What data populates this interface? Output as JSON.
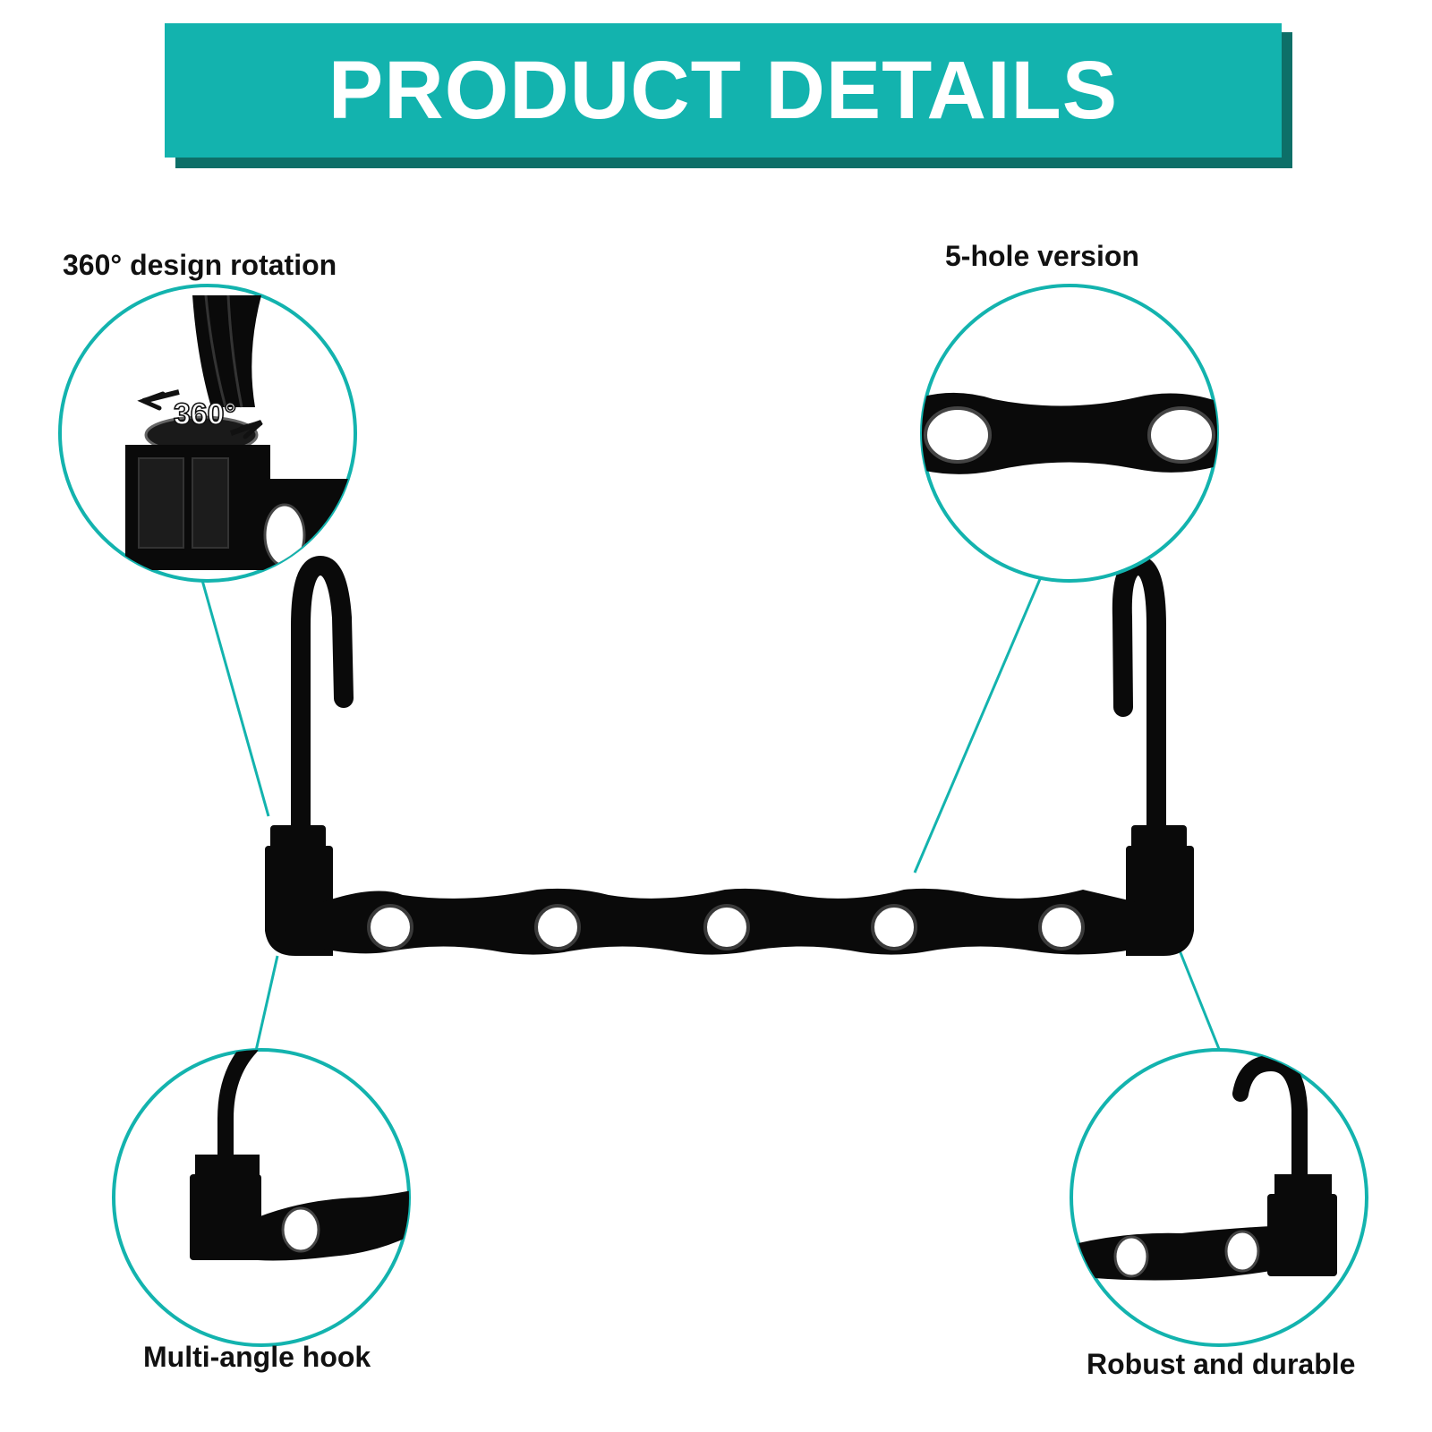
{
  "banner": {
    "title": "PRODUCT DETAILS",
    "color": "#13b3ae"
  },
  "callouts": [
    {
      "label": "360° design rotation",
      "inset_text": "360°"
    },
    {
      "label": "5-hole version"
    },
    {
      "label": "Multi-angle hook"
    },
    {
      "label": "Robust and durable"
    }
  ],
  "colors": {
    "accent": "#13b3ae",
    "product": "#0a0a0a",
    "text": "#111111"
  },
  "product": {
    "name_icon": "black-hanger-icon",
    "hole_count": 5
  }
}
